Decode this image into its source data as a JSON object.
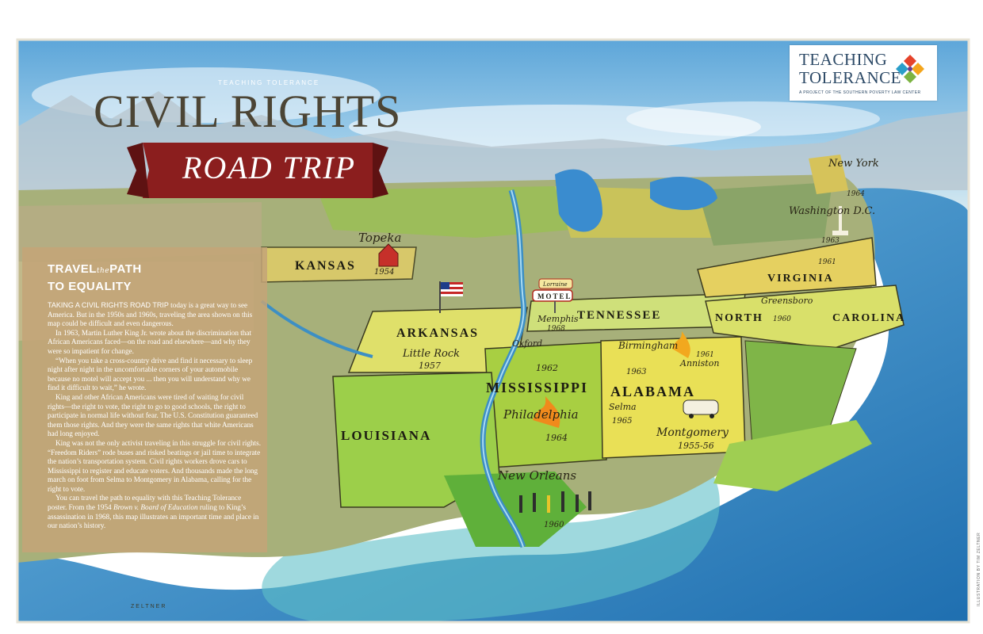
{
  "header": {
    "kicker": "TEACHING TOLERANCE",
    "title": "CIVIL RIGHTS",
    "subtitle": "ROAD TRIP",
    "ribbon_color": "#8b1e1e"
  },
  "logo": {
    "line1": "TEACHING",
    "line2": "TOLERANCE",
    "tagline": "A PROJECT OF THE SOUTHERN POVERTY LAW CENTER",
    "colors": [
      "#e5432b",
      "#f4a51c",
      "#7cb342",
      "#2b9ec9",
      "#6a3d8f"
    ]
  },
  "panel": {
    "title_a": "TRAVEL",
    "title_the": "the",
    "title_b": "PATH",
    "title_line2": "TO EQUALITY",
    "paragraphs": {
      "p1_lead": "Taking a civil rights road trip",
      "p1_rest": " today is a great way to see America. But in the 1950s and 1960s, traveling the area shown on this map could be difficult and even dangerous.",
      "p2": "In 1963, Martin Luther King Jr. wrote about the discrimination that African Americans faced—on the road and elsewhere—and why they were so impatient for change.",
      "p3": "“When you take a cross-country drive and find it necessary to sleep night after night in the uncomfortable corners of your automobile because no motel will accept you ... then you will understand why we find it difficult to wait,” he wrote.",
      "p4": "King and other African Americans were tired of waiting for civil rights—the right to vote, the right to go to good schools, the right to participate in normal life without fear. The U.S. Constitution guaranteed them those rights. And they were the same rights that white Americans had long enjoyed.",
      "p5": "King was not the only activist traveling in this struggle for civil rights. “Freedom Riders” rode buses and risked beatings or jail time to integrate the nation’s transportation system. Civil rights workers drove cars to Mississippi to register and educate voters. And thousands made the long march on foot from Selma to Montgomery in Alabama, calling for the right to vote.",
      "p6_a": "You can travel the path to equality with this Teaching Tolerance poster. From the 1954 ",
      "p6_em": "Brown v. Board of Education",
      "p6_b": " ruling to King’s assassination in 1968, this map illustrates an important time and place in our nation’s history."
    }
  },
  "map": {
    "states": {
      "kansas": "KANSAS",
      "arkansas": "ARKANSAS",
      "tennessee": "TENNESSEE",
      "virginia": "VIRGINIA",
      "north": "NORTH",
      "carolina": "CAROLINA",
      "mississippi": "MISSISSIPPI",
      "alabama": "ALABAMA",
      "louisiana": "LOUISIANA"
    },
    "places": {
      "topeka": "Topeka",
      "topeka_year": "1954",
      "little_rock": "Little Rock",
      "little_rock_year": "1957",
      "lorraine": "Lorraine",
      "motel": "MOTEL",
      "memphis": "Memphis",
      "memphis_year": "1968",
      "oxford": "Oxford",
      "oxford_year": "1962",
      "philadelphia": "Philadelphia",
      "philadelphia_year": "1964",
      "new_orleans": "New Orleans",
      "new_orleans_year": "1960",
      "birmingham": "Birmingham",
      "birmingham_year": "1963",
      "anniston": "Anniston",
      "anniston_year": "1961",
      "selma": "Selma",
      "selma_year": "1965",
      "montgomery": "Montgomery",
      "montgomery_year": "1955-56",
      "greensboro": "Greensboro",
      "greensboro_year": "1960",
      "washington": "Washington D.C.",
      "washington_year": "1963",
      "virginia_year": "1961",
      "new_york": "New York",
      "new_york_year": "1964"
    },
    "palette": {
      "sky": "#8ec4e3",
      "sea": "#2e86c1",
      "land_green": "#8fbf3a",
      "land_yellow": "#d9d24a",
      "land_olive": "#a8a86a"
    }
  },
  "artist_signature": "ZELTNER",
  "credit": "ILLUSTRATION BY TIM ZELTNER"
}
